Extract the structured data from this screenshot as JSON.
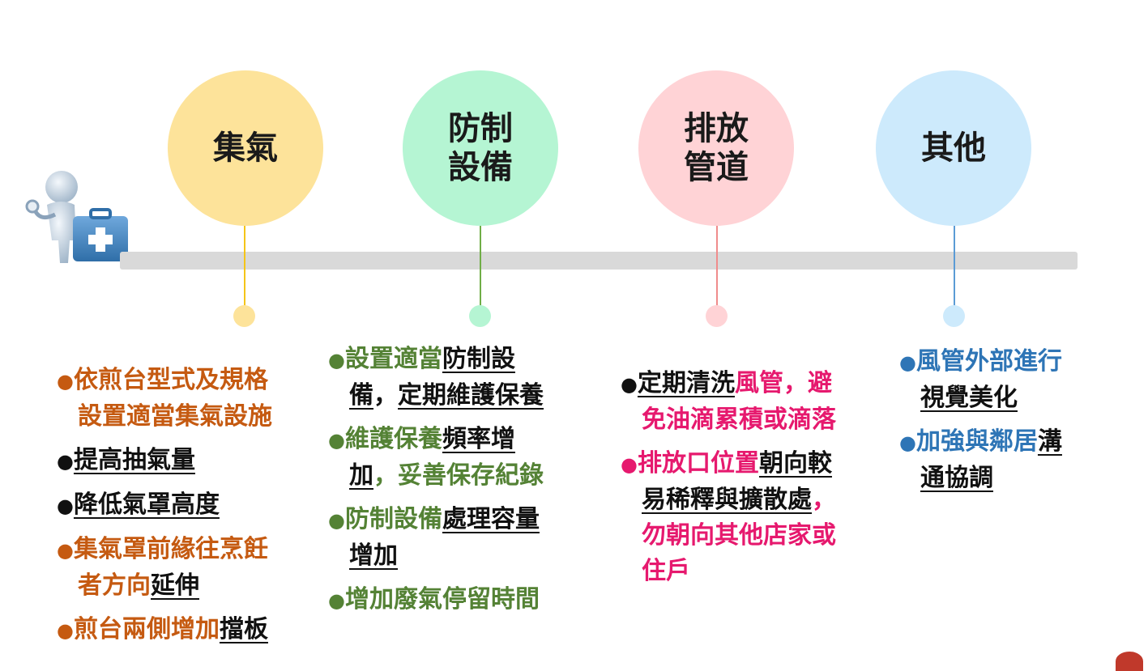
{
  "stages": [
    {
      "title": "集氣",
      "bg": "#fde39a",
      "line_color": "#f5c518",
      "dot_color": "#fde39a",
      "items": [
        {
          "color": "orange",
          "lines": [
            [
              {
                "t": "依煎台型式及規格",
                "u": false
              }
            ],
            [
              {
                "t": "設置適當集氣設施",
                "u": false
              }
            ]
          ]
        },
        {
          "color": "black",
          "lines": [
            [
              {
                "t": "提高抽氣量",
                "u": true
              }
            ]
          ]
        },
        {
          "color": "black",
          "lines": [
            [
              {
                "t": "降低氣罩高度",
                "u": true
              }
            ]
          ]
        },
        {
          "color": "orange",
          "lines": [
            [
              {
                "t": "集氣罩前緣往烹飪",
                "u": false
              }
            ],
            [
              {
                "t": "者方向",
                "u": false
              },
              {
                "t": "延伸",
                "u": true,
                "c": "black"
              }
            ]
          ]
        },
        {
          "color": "orange",
          "lines": [
            [
              {
                "t": "煎台兩側增加",
                "u": false
              },
              {
                "t": "擋板",
                "u": true,
                "c": "black"
              }
            ]
          ]
        }
      ]
    },
    {
      "title": "防制\n設備",
      "bg": "#b5f5d3",
      "line_color": "#70ad47",
      "dot_color": "#b5f5d3",
      "items": [
        {
          "color": "green",
          "lines": [
            [
              {
                "t": "設置適當",
                "u": false
              },
              {
                "t": "防制設",
                "u": true,
                "c": "black"
              }
            ],
            [
              {
                "t": "備",
                "u": true,
                "c": "black"
              },
              {
                "t": "，",
                "u": false,
                "c": "black"
              },
              {
                "t": "定期維護保養",
                "u": true,
                "c": "black"
              }
            ]
          ]
        },
        {
          "color": "green",
          "lines": [
            [
              {
                "t": "維護保養",
                "u": false
              },
              {
                "t": "頻率增",
                "u": true,
                "c": "black"
              }
            ],
            [
              {
                "t": "加",
                "u": true,
                "c": "black"
              },
              {
                "t": "，妥善保存紀錄",
                "u": false
              }
            ]
          ]
        },
        {
          "color": "green",
          "lines": [
            [
              {
                "t": "防制設備",
                "u": false
              },
              {
                "t": "處理容量",
                "u": true,
                "c": "black"
              }
            ],
            [
              {
                "t": "增加",
                "u": true,
                "c": "black"
              }
            ]
          ]
        },
        {
          "color": "green",
          "lines": [
            [
              {
                "t": "增加廢氣停留時間",
                "u": false
              }
            ]
          ]
        }
      ]
    },
    {
      "title": "排放\n管道",
      "bg": "#ffd3d6",
      "line_color": "#f08c8c",
      "dot_color": "#ffd3d6",
      "items": [
        {
          "color": "black",
          "lines": [
            [
              {
                "t": "定期清洗",
                "u": true
              },
              {
                "t": "風管，避",
                "u": false,
                "c": "pink"
              }
            ],
            [
              {
                "t": "免油滴累積或滴落",
                "u": false,
                "c": "pink"
              }
            ]
          ]
        },
        {
          "color": "pink",
          "lines": [
            [
              {
                "t": "排放口位置",
                "u": false
              },
              {
                "t": "朝向較",
                "u": true,
                "c": "black"
              }
            ],
            [
              {
                "t": "易稀釋與擴散處",
                "u": true,
                "c": "black"
              },
              {
                "t": "，",
                "u": false
              }
            ],
            [
              {
                "t": "勿朝向其他店家或",
                "u": false
              }
            ],
            [
              {
                "t": "住戶",
                "u": false
              }
            ]
          ]
        }
      ]
    },
    {
      "title": "其他",
      "bg": "#cdeafc",
      "line_color": "#5b9bd5",
      "dot_color": "#cdeafc",
      "items": [
        {
          "color": "blue",
          "lines": [
            [
              {
                "t": "風管外部進行",
                "u": false
              }
            ],
            [
              {
                "t": "視覺美化",
                "u": true,
                "c": "black"
              }
            ]
          ]
        },
        {
          "color": "blue",
          "lines": [
            [
              {
                "t": "加強與鄰居",
                "u": false
              },
              {
                "t": "溝",
                "u": true,
                "c": "black"
              }
            ],
            [
              {
                "t": "通協調",
                "u": true,
                "c": "black"
              }
            ]
          ]
        }
      ]
    }
  ],
  "figure_icon": "doctor-with-medical-kit-icon"
}
